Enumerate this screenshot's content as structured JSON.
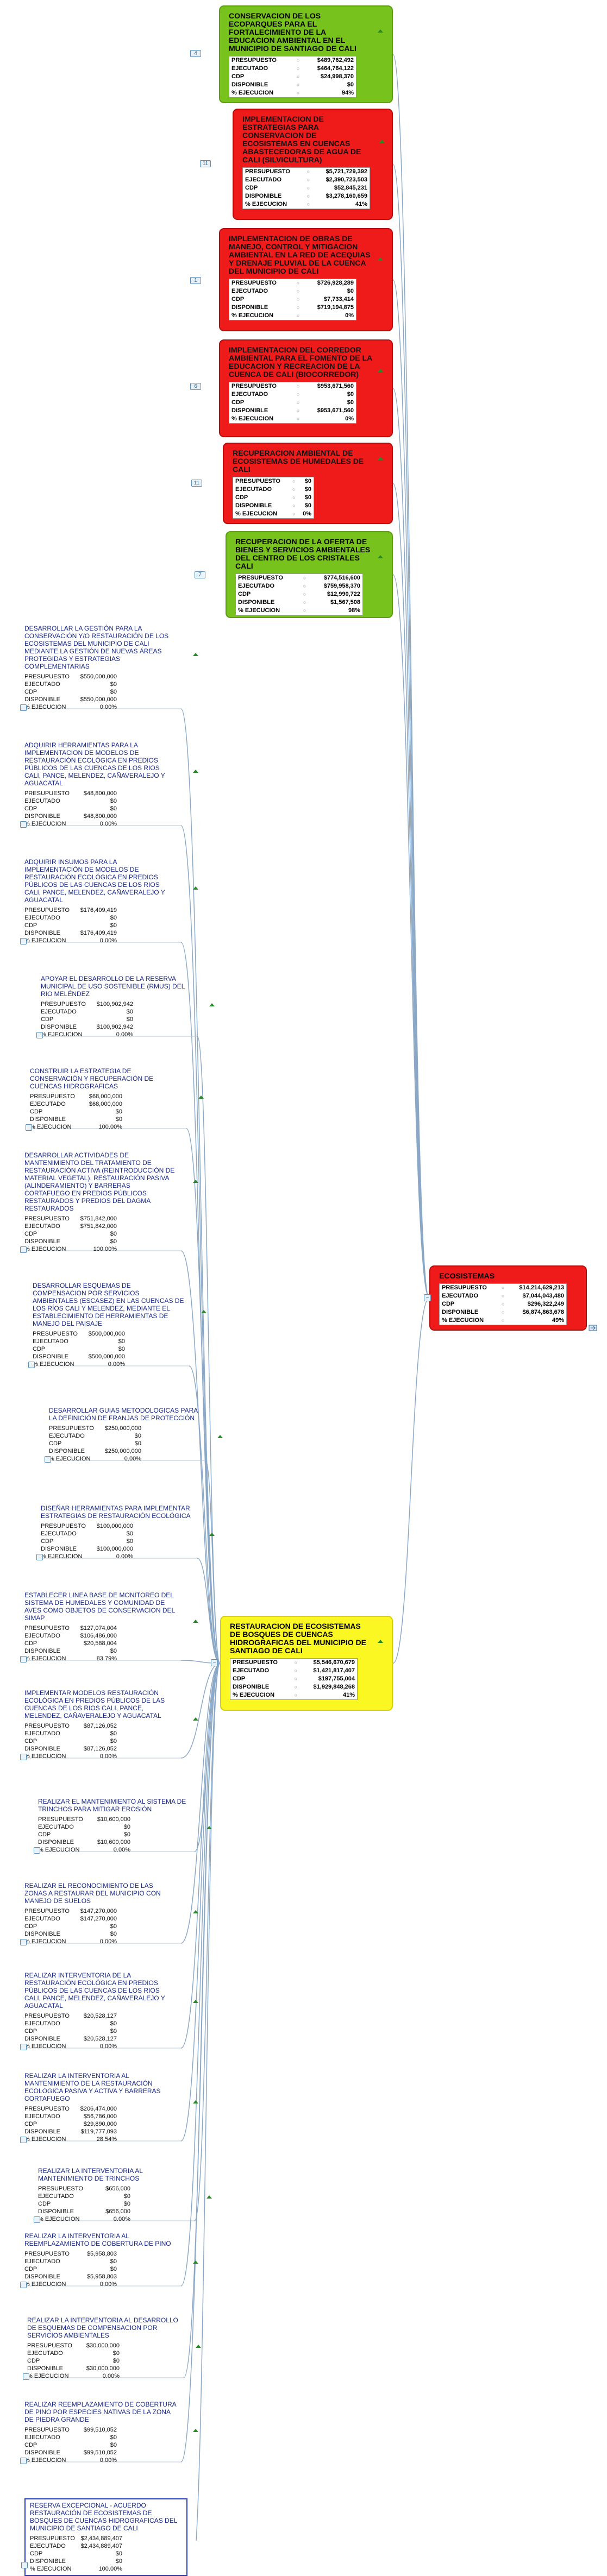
{
  "labels": {
    "presupuesto": "PRESUPUESTO",
    "ejecutado": "EJECUTADO",
    "cdp": "CDP",
    "disponible": "DISPONIBLE",
    "ejecucion": "% EJECUCION"
  },
  "root": {
    "title": "ECOSISTEMAS",
    "presupuesto": "$14,214,629,213",
    "ejecutado": "$7,044,043,480",
    "cdp": "$296,322,249",
    "disponible": "$6,874,863,678",
    "ejecucion": "49%",
    "color": "#ef1b1b"
  },
  "branches": [
    {
      "id": "b1",
      "color": "green",
      "title": "CONSERVACION DE LOS ECOPARQUES PARA EL FORTALECIMIENTO DE LA EDUCACION AMBIENTAL EN EL MUNICIPIO DE SANTIAGO DE CALI",
      "presupuesto": "$489,762,492",
      "ejecutado": "$464,764,122",
      "cdp": "$24,998,370",
      "disponible": "$0",
      "ejecucion": "94%",
      "count": "4"
    },
    {
      "id": "b2",
      "color": "red",
      "title": "IMPLEMENTACION DE ESTRATEGIAS PARA CONSERVACION DE ECOSISTEMAS EN CUENCAS ABASTECEDORAS DE AGUA DE CALI (SILVICULTURA)",
      "presupuesto": "$5,721,729,392",
      "ejecutado": "$2,390,723,503",
      "cdp": "$52,845,231",
      "disponible": "$3,278,160,659",
      "ejecucion": "41%",
      "count": "11"
    },
    {
      "id": "b3",
      "color": "red",
      "title": "IMPLEMENTACION DE OBRAS DE MANEJO, CONTROL Y MITIGACION AMBIENTAL EN LA RED DE ACEQUIAS Y DRENAJE PLUVIAL DE LA CUENCA DEL MUNICIPIO DE CALI",
      "presupuesto": "$726,928,289",
      "ejecutado": "$0",
      "cdp": "$7,733,414",
      "disponible": "$719,194,875",
      "ejecucion": "0%",
      "count": "1"
    },
    {
      "id": "b4",
      "color": "red",
      "title": "IMPLEMENTACION DEL CORREDOR AMBIENTAL PARA EL FOMENTO DE LA EDUCACION Y RECREACION DE LA CUENCA DE CALI (BIOCORREDOR)",
      "presupuesto": "$953,671,560",
      "ejecutado": "$0",
      "cdp": "$0",
      "disponible": "$953,671,560",
      "ejecucion": "0%",
      "count": "6"
    },
    {
      "id": "b5",
      "color": "red",
      "title": "RECUPERACION AMBIENTAL DE ECOSISTEMAS DE HUMEDALES DE CALI",
      "presupuesto": "$0",
      "ejecutado": "$0",
      "cdp": "$0",
      "disponible": "$0",
      "ejecucion": "0%",
      "count": "11"
    },
    {
      "id": "b6",
      "color": "green",
      "title": "RECUPERACION DE LA OFERTA DE BIENES Y SERVICIOS AMBIENTALES DEL CENTRO DE LOS CRISTALES CALI",
      "presupuesto": "$774,516,600",
      "ejecutado": "$759,958,370",
      "cdp": "$12,990,722",
      "disponible": "$1,567,508",
      "ejecucion": "98%",
      "count": "7"
    },
    {
      "id": "b7",
      "color": "yellow",
      "title": "RESTAURACION DE ECOSISTEMAS DE BOSQUES DE CUENCAS HIDROGRAFICAS DEL MUNICIPIO DE SANTIAGO DE CALI",
      "presupuesto": "$5,546,670,679",
      "ejecutado": "$1,421,817,407",
      "cdp": "$197,755,004",
      "disponible": "$1,929,848,268",
      "ejecucion": "41%",
      "count": ""
    }
  ],
  "leaves": [
    {
      "title": "DESARROLLAR LA GESTIÓN PARA LA CONSERVACIÓN Y/O RESTAURACIÓN DE LOS ECOSISTEMAS DEL MUNICIPIO DE CALI MEDIANTE LA GESTIÓN DE NUEVAS ÁREAS PROTEGIDAS Y ESTRATEGIAS COMPLEMENTARIAS",
      "presupuesto": "$550,000,000",
      "ejecutado": "$0",
      "cdp": "$0",
      "disponible": "$550,000,000",
      "ejecucion": "0.00%"
    },
    {
      "title": "ADQUIRIR HERRAMIENTAS PARA LA IMPLEMENTACION DE MODELOS DE RESTAURACIÓN ECOLÓGICA EN PREDIOS PÚBLICOS DE LAS CUENCAS DE LOS RIOS CALI, PANCE, MELENDEZ, CAÑAVERALEJO Y AGUACATAL",
      "presupuesto": "$48,800,000",
      "ejecutado": "$0",
      "cdp": "$0",
      "disponible": "$48,800,000",
      "ejecucion": "0.00%"
    },
    {
      "title": "ADQUIRIR INSUMOS PARA LA IMPLEMENTACIÓN DE MODELOS DE RESTAURACIÓN ECOLÓGICA EN PREDIOS PÚBLICOS DE LAS CUENCAS DE LOS RIOS CALI, PANCE, MELENDEZ, CAÑAVERALEJO Y AGUACATAL",
      "presupuesto": "$176,409,419",
      "ejecutado": "$0",
      "cdp": "$0",
      "disponible": "$176,409,419",
      "ejecucion": "0.00%"
    },
    {
      "title": "APOYAR EL DESARROLLO DE LA RESERVA MUNICIPAL DE USO SOSTENIBLE (RMUS) DEL RIO MELÉNDEZ",
      "presupuesto": "$100,902,942",
      "ejecutado": "$0",
      "cdp": "$0",
      "disponible": "$100,902,942",
      "ejecucion": "0.00%"
    },
    {
      "title": "CONSTRUIR LA ESTRATEGIA DE CONSERVACIÓN Y RECUPERACIÓN DE CUENCAS HIDROGRAFICAS",
      "presupuesto": "$68,000,000",
      "ejecutado": "$68,000,000",
      "cdp": "$0",
      "disponible": "$0",
      "ejecucion": "100.00%"
    },
    {
      "title": "DESARROLLAR ACTIVIDADES DE MANTENIMIENTO DEL TRATAMIENTO DE RESTAURACIÓN ACTIVA (REINTRODUCCIÓN DE MATERIAL VEGETAL), RESTAURACIÓN PASIVA (ALINDERAMIENTO) Y BARRERAS CORTAFUEGO EN PREDIOS PÚBLICOS RESTAURADOS Y PREDIOS DEL DAGMA RESTAURADOS",
      "presupuesto": "$751,842,000",
      "ejecutado": "$751,842,000",
      "cdp": "$0",
      "disponible": "$0",
      "ejecucion": "100.00%"
    },
    {
      "title": "DESARROLLAR ESQUEMAS DE COMPENSACION POR SERVICIOS AMBIENTALES (ESCASEZ) EN LAS CUENCAS DE LOS RÍOS CALI Y MELENDEZ, MEDIANTE EL ESTABLECIMIENTO DE HERRAMIENTAS DE MANEJO DEL PAISAJE",
      "presupuesto": "$500,000,000",
      "ejecutado": "$0",
      "cdp": "$0",
      "disponible": "$500,000,000",
      "ejecucion": "0.00%"
    },
    {
      "title": "DESARROLLAR GUIAS METODOLOGICAS PARA LA DEFINICIÓN DE FRANJAS DE PROTECCIÓN",
      "presupuesto": "$250,000,000",
      "ejecutado": "$0",
      "cdp": "$0",
      "disponible": "$250,000,000",
      "ejecucion": "0.00%"
    },
    {
      "title": "DISEÑAR HERRAMIENTAS PARA IMPLEMENTAR ESTRATEGIAS DE RESTAURACIÓN ECOLÓGICA",
      "presupuesto": "$100,000,000",
      "ejecutado": "$0",
      "cdp": "$0",
      "disponible": "$100,000,000",
      "ejecucion": "0.00%"
    },
    {
      "title": "ESTABLECER LINEA BASE DE MONITOREO DEL SISTEMA DE HUMEDALES Y COMUNIDAD DE AVES COMO OBJETOS DE CONSERVACION DEL SIMAP",
      "presupuesto": "$127,074,004",
      "ejecutado": "$106,486,000",
      "cdp": "$20,588,004",
      "disponible": "$0",
      "ejecucion": "83.79%"
    },
    {
      "title": "IMPLEMENTAR MODELOS RESTAURACIÓN ECOLÓGICA EN PREDIOS PÚBLICOS DE LAS CUENCAS DE LOS RIOS CALI, PANCE, MELENDEZ, CAÑAVERALEJO Y AGUACATAL",
      "presupuesto": "$87,126,052",
      "ejecutado": "$0",
      "cdp": "$0",
      "disponible": "$87,126,052",
      "ejecucion": "0.00%"
    },
    {
      "title": "REALIZAR EL MANTENIMIENTO AL SISTEMA DE TRINCHOS PARA MITIGAR EROSIÓN",
      "presupuesto": "$10,600,000",
      "ejecutado": "$0",
      "cdp": "$0",
      "disponible": "$10,600,000",
      "ejecucion": "0.00%"
    },
    {
      "title": "REALIZAR EL RECONOCIMIENTO DE LAS ZONAS A RESTAURAR DEL MUNICIPIO CON MANEJO DE SUELOS",
      "presupuesto": "$147,270,000",
      "ejecutado": "$147,270,000",
      "cdp": "$0",
      "disponible": "$0",
      "ejecucion": "0.00%"
    },
    {
      "title": "REALIZAR INTERVENTORIA DE LA RESTAURACIÓN ECOLÓGICA EN PREDIOS PÚBLICOS DE LAS CUENCAS DE LOS RIOS CALI, PANCE, MELENDEZ, CAÑAVERALEJO Y AGUACATAL",
      "presupuesto": "$20,528,127",
      "ejecutado": "$0",
      "cdp": "$0",
      "disponible": "$20,528,127",
      "ejecucion": "0.00%"
    },
    {
      "title": "REALIZAR LA INTERVENTORIA AL MANTENIMIENTO DE LA RESTAURACIÓN ECOLOGICA PASIVA Y ACTIVA Y BARRERAS CORTAFUEGO",
      "presupuesto": "$206,474,000",
      "ejecutado": "$56,786,000",
      "cdp": "$29,890,000",
      "disponible": "$119,777,093",
      "ejecucion": "28.54%"
    },
    {
      "title": "REALIZAR LA INTERVENTORIA AL MANTENIMIENTO DE TRINCHOS",
      "presupuesto": "$656,000",
      "ejecutado": "$0",
      "cdp": "$0",
      "disponible": "$656,000",
      "ejecucion": "0.00%"
    },
    {
      "title": "REALIZAR LA INTERVENTORIA AL REEMPLAZAMIENTO DE COBERTURA DE PINO",
      "presupuesto": "$5,958,803",
      "ejecutado": "$0",
      "cdp": "$0",
      "disponible": "$5,958,803",
      "ejecucion": "0.00%"
    },
    {
      "title": "REALIZAR LA INTERVENTORIA AL DESARROLLO DE ESQUEMAS DE COMPENSACION POR SERVICIOS AMBIENTALES",
      "presupuesto": "$30,000,000",
      "ejecutado": "$0",
      "cdp": "$0",
      "disponible": "$30,000,000",
      "ejecucion": "0.00%"
    },
    {
      "title": "REALIZAR REEMPLAZAMIENTO DE COBERTURA DE PINO POR ESPECIES NATIVAS DE LA ZONA DE PIEDRA GRANDE",
      "presupuesto": "$99,510,052",
      "ejecutado": "$0",
      "cdp": "$0",
      "disponible": "$99,510,052",
      "ejecucion": "0.00%"
    },
    {
      "title": "RESERVA EXCEPCIONAL - ACUERDO RESTAURACIÓN DE ECOSISTEMAS DE BOSQUES DE CUENCAS HIDROGRAFICAS DEL MUNICIPIO DE SANTIAGO DE CALI",
      "presupuesto": "$2,434,889,407",
      "ejecutado": "$2,434,889,407",
      "cdp": "$0",
      "disponible": "$0",
      "ejecucion": "100.00%"
    }
  ]
}
